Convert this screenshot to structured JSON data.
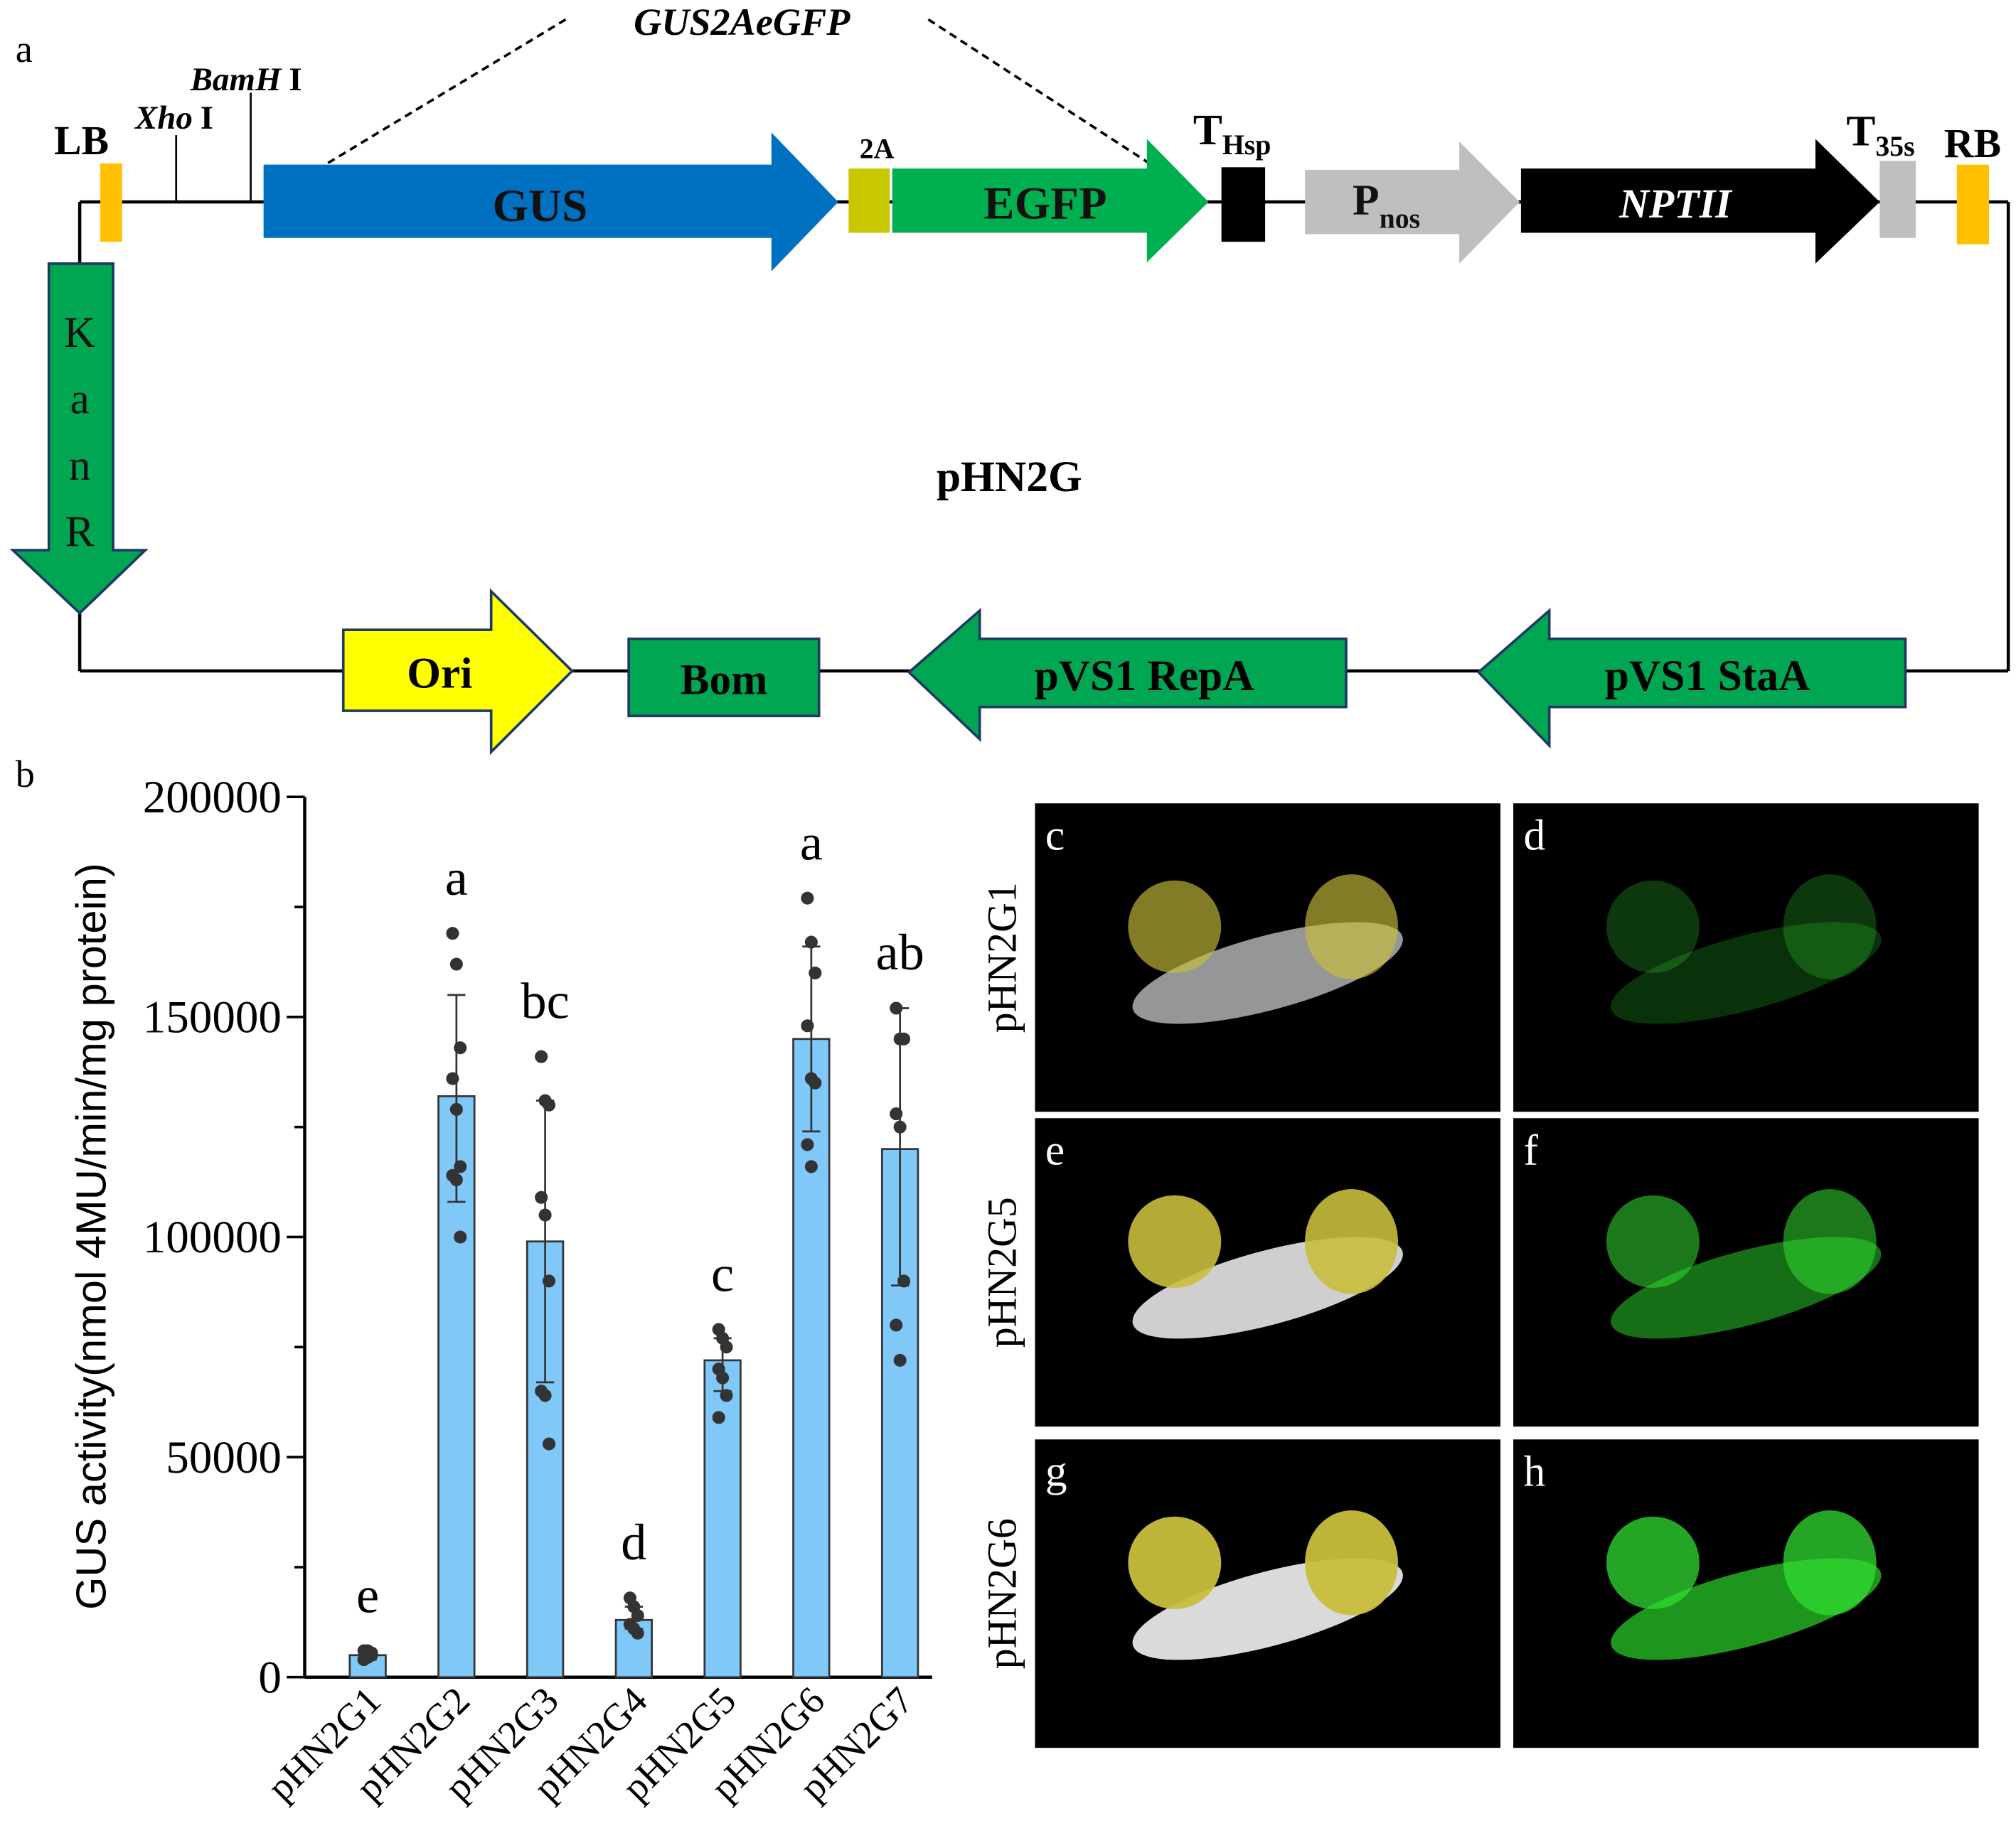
{
  "panel_labels": {
    "a": "a",
    "b": "b",
    "c": "c",
    "d": "d",
    "e": "e",
    "f": "f",
    "g": "g",
    "h": "h"
  },
  "construct": {
    "insert_label": "GUS2AeGFP",
    "plasmid_name": "pHN2G",
    "lb": "LB",
    "rb": "RB",
    "xho": "Xho",
    "xho_suffix": "I",
    "bamh": "BamH",
    "bamh_suffix": "I",
    "gus": "GUS",
    "two_a": "2A",
    "egfp": "EGFP",
    "t_hsp": "T",
    "t_hsp_sub": "Hsp",
    "p_nos": "P",
    "p_nos_sub": "nos",
    "nptii": "NPTII",
    "t_35s": "T",
    "t_35s_sub": "35s",
    "kanr": "KanR",
    "ori": "Ori",
    "bom": "Bom",
    "repa": "pVS1 RepA",
    "staa": "pVS1 StaA",
    "colors": {
      "gus": "#0070c0",
      "egfp": "#00b050",
      "two_a": "#c8c800",
      "border": "#ffc000",
      "gray": "#bfbfbf",
      "ori": "#ffff00",
      "green": "#00a651",
      "outline": "#1f3864"
    }
  },
  "chart_data": {
    "type": "bar",
    "ylabel": "GUS activity(nmol 4MU/min/mg protein)",
    "ylim": [
      0,
      200000
    ],
    "yticks": [
      0,
      50000,
      100000,
      150000,
      200000
    ],
    "ytick_labels": [
      "0",
      "50000",
      "100000",
      "150000",
      "200000"
    ],
    "categories": [
      "pHN2G1",
      "pHN2G2",
      "pHN2G3",
      "pHN2G4",
      "pHN2G5",
      "pHN2G6",
      "pHN2G7"
    ],
    "values": [
      5000,
      132000,
      99000,
      13000,
      72000,
      145000,
      120000
    ],
    "error_low": [
      4000,
      108000,
      67000,
      11000,
      65000,
      124000,
      89000
    ],
    "error_high": [
      6000,
      155000,
      131000,
      16000,
      77000,
      166000,
      152000
    ],
    "significance": [
      "e",
      "a",
      "bc",
      "d",
      "c",
      "a",
      "ab"
    ],
    "points": [
      [
        4000,
        5000,
        5500,
        6000,
        4500,
        5000,
        4000,
        6000
      ],
      [
        169000,
        162000,
        143000,
        136000,
        129000,
        116000,
        114000,
        113000,
        100000
      ],
      [
        141000,
        131000,
        130000,
        109000,
        105000,
        90000,
        65000,
        64000,
        53000
      ],
      [
        18000,
        16000,
        14000,
        12000,
        11000,
        10000
      ],
      [
        79000,
        77000,
        75000,
        70000,
        68000,
        64000,
        59000
      ],
      [
        177000,
        167000,
        160000,
        148000,
        136000,
        135000,
        121000,
        116000
      ],
      [
        152000,
        145000,
        145000,
        128000,
        125000,
        90000,
        80000,
        72000
      ]
    ],
    "bar_color": "#7fc8f8",
    "point_color": "#333333"
  },
  "photos": {
    "row_labels": [
      "pHN2G1",
      "pHN2G5",
      "pHN2G6"
    ]
  }
}
